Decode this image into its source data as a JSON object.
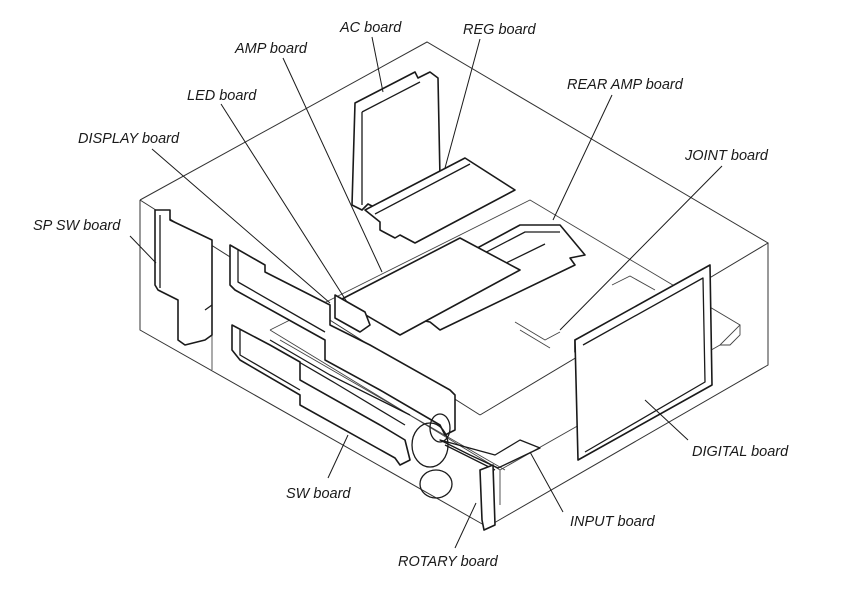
{
  "labels": {
    "ac": "AC board",
    "reg": "REG board",
    "amp": "AMP board",
    "led": "LED board",
    "rear_amp": "REAR AMP board",
    "display": "DISPLAY board",
    "joint": "JOINT board",
    "sp_sw": "SP SW board",
    "digital": "DIGITAL board",
    "sw": "SW board",
    "input": "INPUT board",
    "rotary": "ROTARY board"
  }
}
